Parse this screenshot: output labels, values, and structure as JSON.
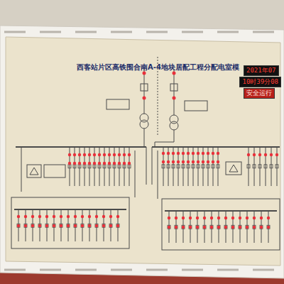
{
  "diagram": {
    "title": "西客站片区高铁围合南A-4地块居配工程分配电室模",
    "nodes": [
      {
        "text": [
          "2021年07"
        ]
      },
      {
        "text": [
          "10时39分08"
        ]
      },
      {
        "text": [
          "安全运行"
        ]
      }
    ]
  }
}
